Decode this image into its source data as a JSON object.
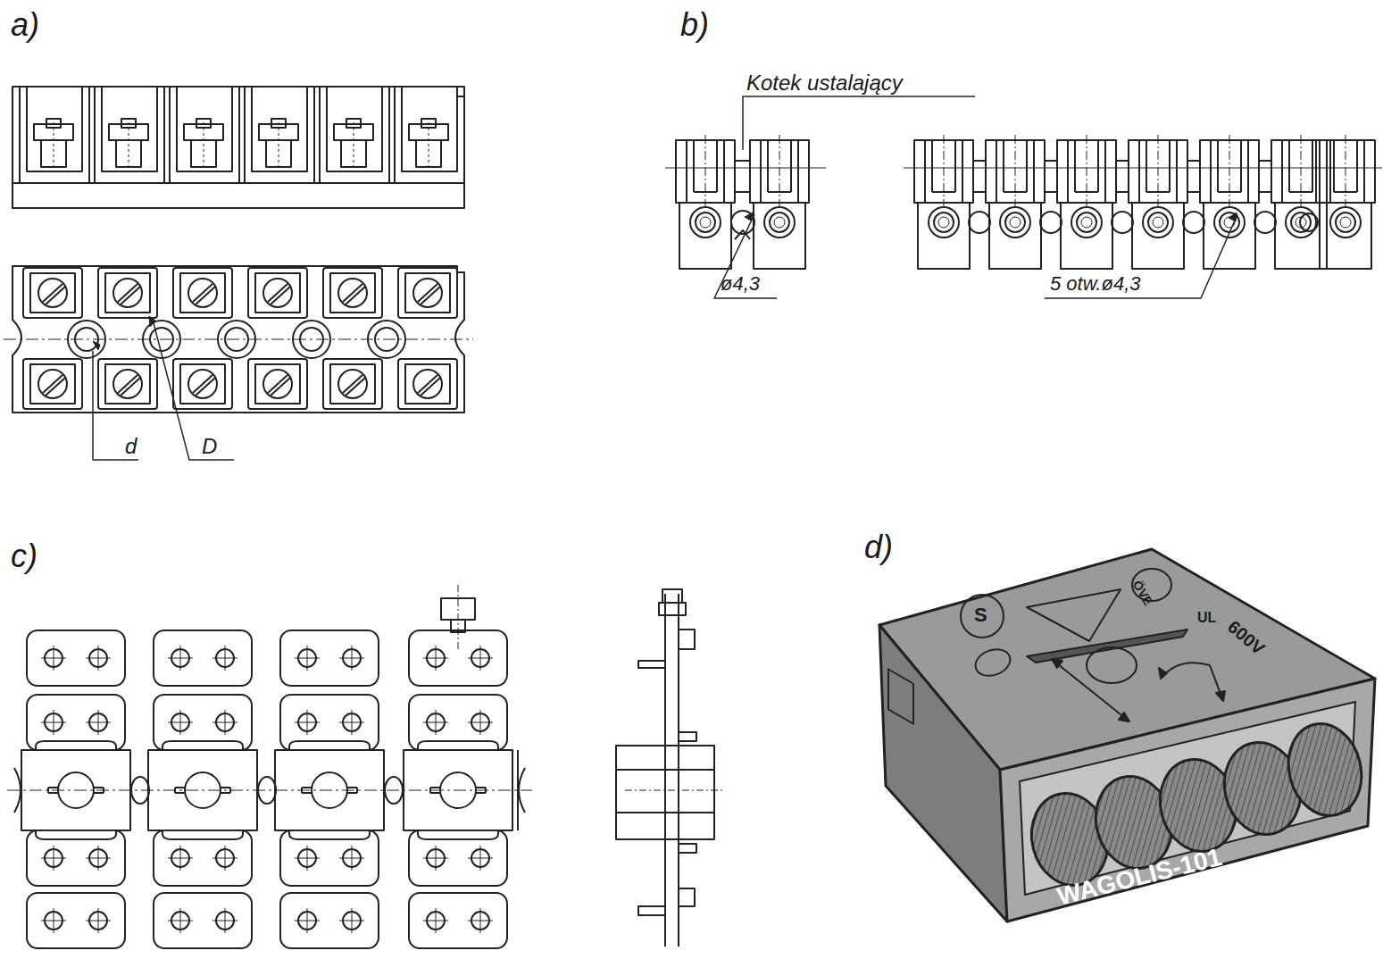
{
  "diagram": {
    "labels": [
      "a)",
      "b)",
      "c)",
      "d)",
      "Kotek ustalający",
      "ø4,3",
      "5 otw.ø4,3",
      "d",
      "D",
      "S",
      "ÖVE",
      "UL",
      "600V",
      "WAGOLIS-101"
    ]
  }
}
